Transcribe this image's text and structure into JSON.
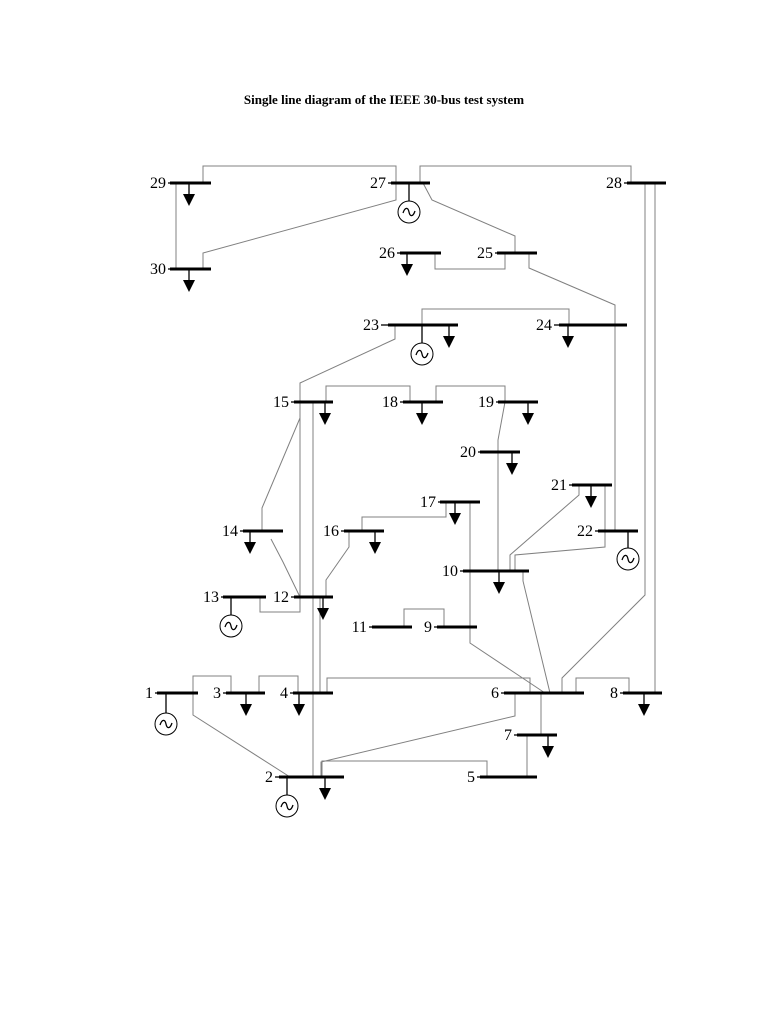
{
  "title": "Single line diagram of the IEEE 30-bus test system",
  "buses": [
    {
      "id": "1",
      "label": "1"
    },
    {
      "id": "2",
      "label": "2"
    },
    {
      "id": "3",
      "label": "3"
    },
    {
      "id": "4",
      "label": "4"
    },
    {
      "id": "5",
      "label": "5"
    },
    {
      "id": "6",
      "label": "6"
    },
    {
      "id": "7",
      "label": "7"
    },
    {
      "id": "8",
      "label": "8"
    },
    {
      "id": "9",
      "label": "9"
    },
    {
      "id": "10",
      "label": "10"
    },
    {
      "id": "11",
      "label": "11"
    },
    {
      "id": "12",
      "label": "12"
    },
    {
      "id": "13",
      "label": "13"
    },
    {
      "id": "14",
      "label": "14"
    },
    {
      "id": "15",
      "label": "15"
    },
    {
      "id": "16",
      "label": "16"
    },
    {
      "id": "17",
      "label": "17"
    },
    {
      "id": "18",
      "label": "18"
    },
    {
      "id": "19",
      "label": "19"
    },
    {
      "id": "20",
      "label": "20"
    },
    {
      "id": "21",
      "label": "21"
    },
    {
      "id": "22",
      "label": "22"
    },
    {
      "id": "23",
      "label": "23"
    },
    {
      "id": "24",
      "label": "24"
    },
    {
      "id": "25",
      "label": "25"
    },
    {
      "id": "26",
      "label": "26"
    },
    {
      "id": "27",
      "label": "27"
    },
    {
      "id": "28",
      "label": "28"
    },
    {
      "id": "29",
      "label": "29"
    },
    {
      "id": "30",
      "label": "30"
    }
  ],
  "generator_buses": [
    "1",
    "2",
    "13",
    "22",
    "23",
    "27"
  ],
  "load_buses": [
    "2",
    "3",
    "4",
    "7",
    "8",
    "10",
    "12",
    "14",
    "15",
    "16",
    "17",
    "18",
    "19",
    "20",
    "21",
    "23",
    "24",
    "26",
    "29",
    "30"
  ],
  "lines": [
    [
      "1",
      "2"
    ],
    [
      "1",
      "3"
    ],
    [
      "2",
      "4"
    ],
    [
      "3",
      "4"
    ],
    [
      "2",
      "5"
    ],
    [
      "2",
      "6"
    ],
    [
      "4",
      "6"
    ],
    [
      "5",
      "7"
    ],
    [
      "6",
      "7"
    ],
    [
      "6",
      "8"
    ],
    [
      "6",
      "9"
    ],
    [
      "6",
      "10"
    ],
    [
      "9",
      "11"
    ],
    [
      "9",
      "10"
    ],
    [
      "4",
      "12"
    ],
    [
      "12",
      "13"
    ],
    [
      "12",
      "14"
    ],
    [
      "12",
      "15"
    ],
    [
      "12",
      "16"
    ],
    [
      "14",
      "15"
    ],
    [
      "16",
      "17"
    ],
    [
      "15",
      "18"
    ],
    [
      "18",
      "19"
    ],
    [
      "19",
      "20"
    ],
    [
      "10",
      "20"
    ],
    [
      "10",
      "17"
    ],
    [
      "10",
      "21"
    ],
    [
      "10",
      "22"
    ],
    [
      "21",
      "22"
    ],
    [
      "15",
      "23"
    ],
    [
      "22",
      "24"
    ],
    [
      "23",
      "24"
    ],
    [
      "24",
      "25"
    ],
    [
      "25",
      "26"
    ],
    [
      "25",
      "27"
    ],
    [
      "28",
      "27"
    ],
    [
      "27",
      "29"
    ],
    [
      "27",
      "30"
    ],
    [
      "29",
      "30"
    ],
    [
      "8",
      "28"
    ],
    [
      "6",
      "28"
    ]
  ]
}
